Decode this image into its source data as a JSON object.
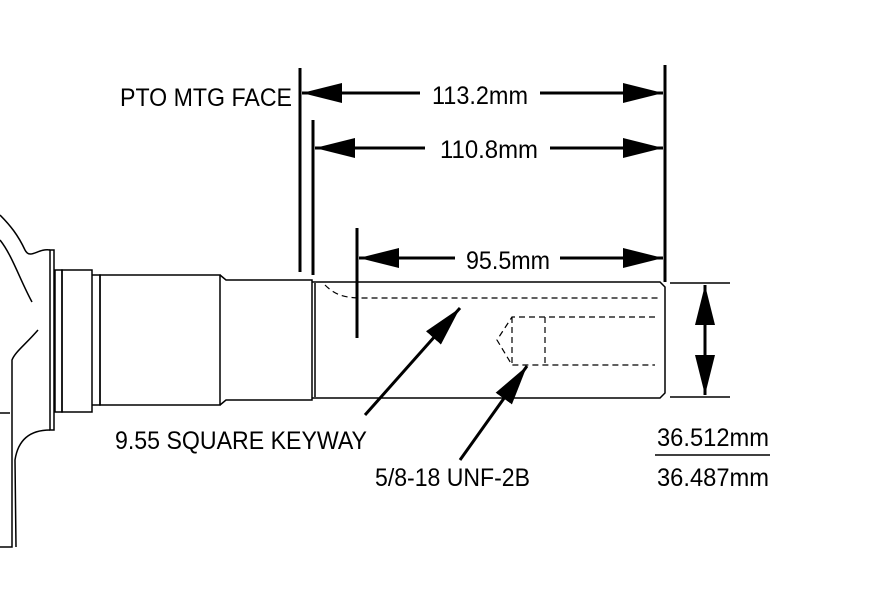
{
  "labels": {
    "pto_face": "PTO MTG FACE",
    "dim_overall": "113.2mm",
    "dim_shaft": "110.8mm",
    "dim_keyway": "95.5mm",
    "keyway": "9.55 SQUARE KEYWAY",
    "thread": "5/8-18 UNF-2B",
    "diameter_max": "36.512mm",
    "diameter_min": "36.487mm"
  }
}
